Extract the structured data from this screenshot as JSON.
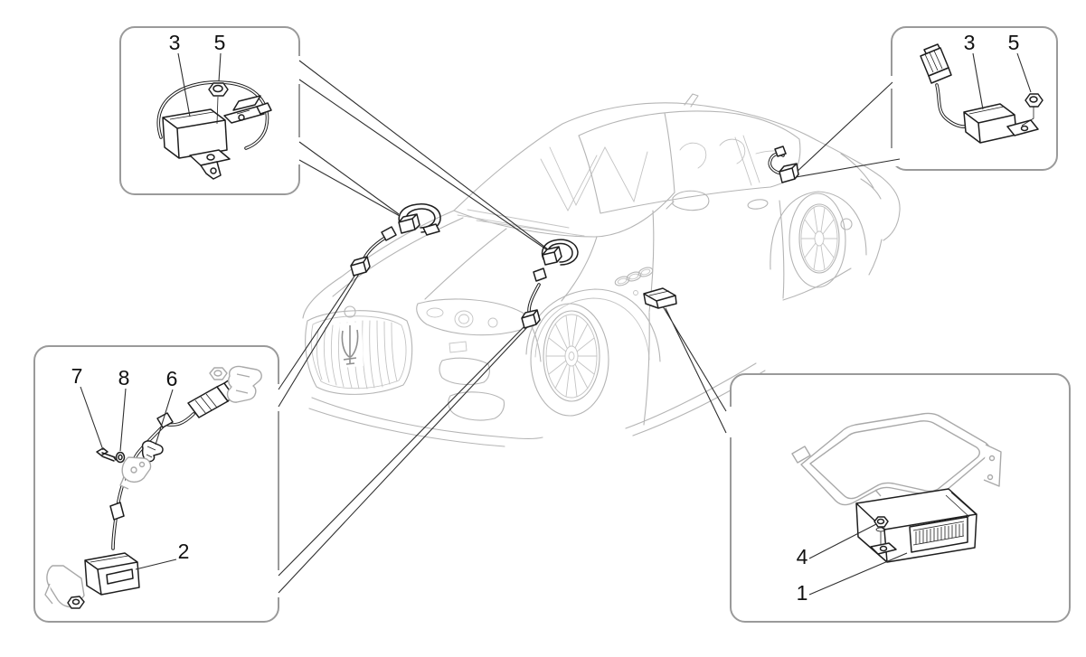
{
  "figure": {
    "type": "vehicle-parts-exploded-diagram",
    "background_color": "#ffffff",
    "car_line_color": "#b5b5b5",
    "part_line_color": "#1e1e1e",
    "box_border_color": "#9a9a9a",
    "leader_line_color": "#2f2f2f",
    "callouts": {
      "top_left": {
        "parts": [
          {
            "number": "3"
          },
          {
            "number": "5"
          }
        ]
      },
      "top_right": {
        "parts": [
          {
            "number": "3"
          },
          {
            "number": "5"
          }
        ]
      },
      "bottom_left": {
        "parts": [
          {
            "number": "7"
          },
          {
            "number": "8"
          },
          {
            "number": "6"
          },
          {
            "number": "2"
          }
        ]
      },
      "bottom_right": {
        "parts": [
          {
            "number": "4"
          },
          {
            "number": "1"
          }
        ]
      }
    }
  }
}
